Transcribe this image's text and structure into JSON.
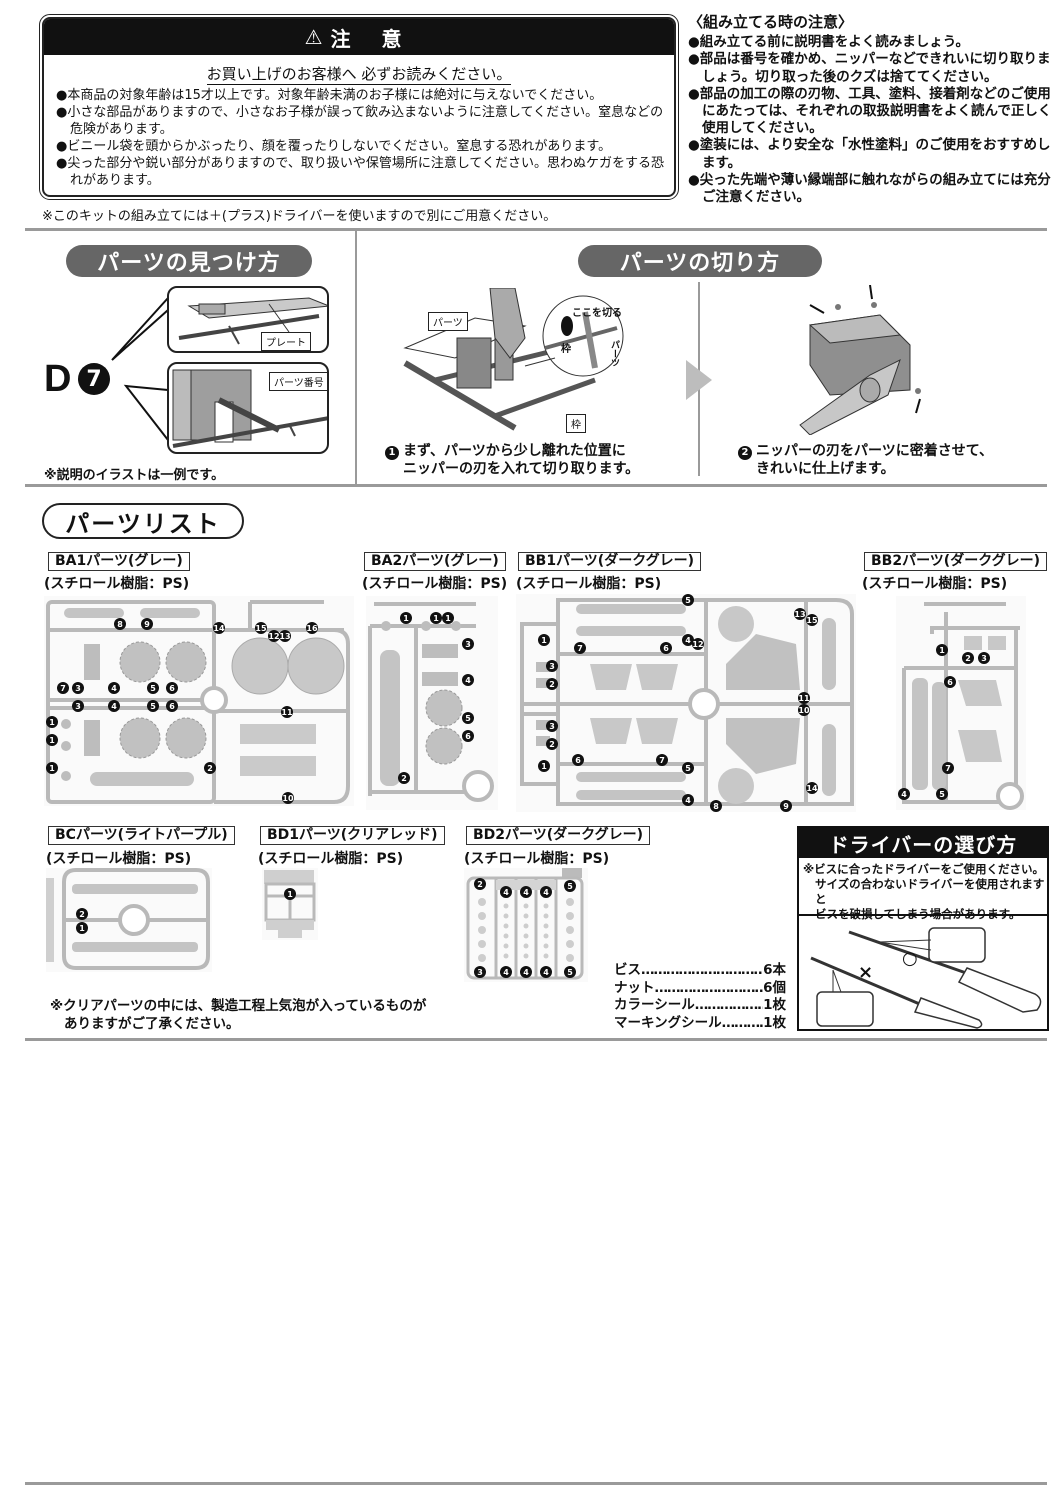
{
  "caution": {
    "icon": "warning-triangle-icon",
    "title": "注 意",
    "subtitle": "お買い上げのお客様へ 必ずお読みください。",
    "items": [
      "●本商品の対象年齢は15才以上です。対象年齢未満のお子様には絶対に与えないでください。",
      "●小さな部品がありますので、小さなお子様が誤って飲み込まないように注意してください。窒息などの危険があります。",
      "●ビニール袋を頭からかぶったり、顔を覆ったりしないでください。窒息する恐れがあります。",
      "●尖った部分や鋭い部分がありますので、取り扱いや保管場所に注意してください。思わぬケガをする恐れがあります。"
    ],
    "driver_note": "※このキットの組み立てには＋(プラス)ドライバーを使いますので別にご用意ください。"
  },
  "assembly_notes": {
    "title": "〈組み立てる時の注意〉",
    "items": [
      "●組み立てる前に説明書をよく読みましょう。",
      "●部品は番号を確かめ、ニッパーなどできれいに切り取りましょう。切り取った後のクズは捨ててください。",
      "●部品の加工の際の刃物、工具、塗料、接着剤などのご使用にあたっては、それぞれの取扱説明書をよく読んで正しく使用してください。",
      "●塗装には、より安全な「水性塗料」のご使用をおすすめします。",
      "●尖った先端や薄い縁端部に触れながらの組み立てには充分ご注意ください。"
    ]
  },
  "find_parts": {
    "title": "パーツの見つけ方",
    "code_letter": "D",
    "code_number": "7",
    "label_plate": "プレート",
    "label_part_number": "パーツ番号",
    "note": "※説明のイラストは一例です。"
  },
  "cut_parts": {
    "title": "パーツの切り方",
    "label_part": "パーツ",
    "label_cut_here": "ここを切る",
    "label_frame": "枠",
    "label_part_vertical": "パーツ",
    "step1_number": "1",
    "step1_text_line1": "まず、パーツから少し離れた位置に",
    "step1_text_line2": "ニッパーの刃を入れて切り取ります。",
    "step2_number": "2",
    "step2_text_line1": "ニッパーの刃をパーツに密着させて、",
    "step2_text_line2": "きれいに仕上げます。"
  },
  "parts_list": {
    "title": "パーツリスト",
    "sprues": [
      {
        "label": "BA1パーツ(グレー)",
        "material": "(スチロール樹脂：PS)",
        "numbers": [
          "8",
          "9",
          "14",
          "15",
          "12",
          "13",
          "16",
          "7",
          "3",
          "4",
          "5",
          "6",
          "3",
          "4",
          "5",
          "6",
          "1",
          "1",
          "1",
          "2",
          "11",
          "10"
        ]
      },
      {
        "label": "BA2パーツ(グレー)",
        "material": "(スチロール樹脂：PS)",
        "numbers": [
          "1",
          "1",
          "1",
          "3",
          "4",
          "5",
          "6",
          "2"
        ]
      },
      {
        "label": "BB1パーツ(ダークグレー)",
        "material": "(スチロール樹脂：PS)",
        "numbers": [
          "5",
          "1",
          "7",
          "6",
          "4",
          "12",
          "13",
          "15",
          "3",
          "2",
          "11",
          "10",
          "3",
          "2",
          "1",
          "6",
          "7",
          "5",
          "14",
          "4",
          "8",
          "9"
        ]
      },
      {
        "label": "BB2パーツ(ダークグレー)",
        "material": "(スチロール樹脂：PS)",
        "numbers": [
          "1",
          "2",
          "3",
          "6",
          "7",
          "4",
          "5"
        ]
      },
      {
        "label": "BCパーツ(ライトパープル)",
        "material": "(スチロール樹脂：PS)",
        "numbers": [
          "2",
          "1"
        ]
      },
      {
        "label": "BD1パーツ(クリアレッド)",
        "material": "(スチロール樹脂：PS)",
        "numbers": [
          "1"
        ]
      },
      {
        "label": "BD2パーツ(ダークグレー)",
        "material": "(スチロール樹脂：PS)",
        "numbers": [
          "2",
          "4",
          "4",
          "4",
          "5",
          "3",
          "4",
          "4",
          "4",
          "5"
        ]
      }
    ],
    "accessories": [
      {
        "name": "ビス",
        "value": "6本"
      },
      {
        "name": "ナット",
        "value": "6個"
      },
      {
        "name": "カラーシール",
        "value": "1枚"
      },
      {
        "name": "マーキングシール",
        "value": "1枚"
      }
    ],
    "clear_note_line1": "※クリアパーツの中には、製造工程上気泡が入っているものが",
    "clear_note_line2": "ありますがご了承ください。"
  },
  "driver_choice": {
    "title": "ドライバーの選び方",
    "desc_line1": "※ビスに合ったドライバーをご使用ください。",
    "desc_line2": "サイズの合わないドライバーを使用されますと",
    "desc_line3": "ビスを破損してしまう場合があります。",
    "good_mark": "○",
    "bad_mark": "×"
  },
  "colors": {
    "sprue_gray": "#b9b9b9",
    "pill_gray": "#666666",
    "divider_gray": "#9a9a9a"
  }
}
